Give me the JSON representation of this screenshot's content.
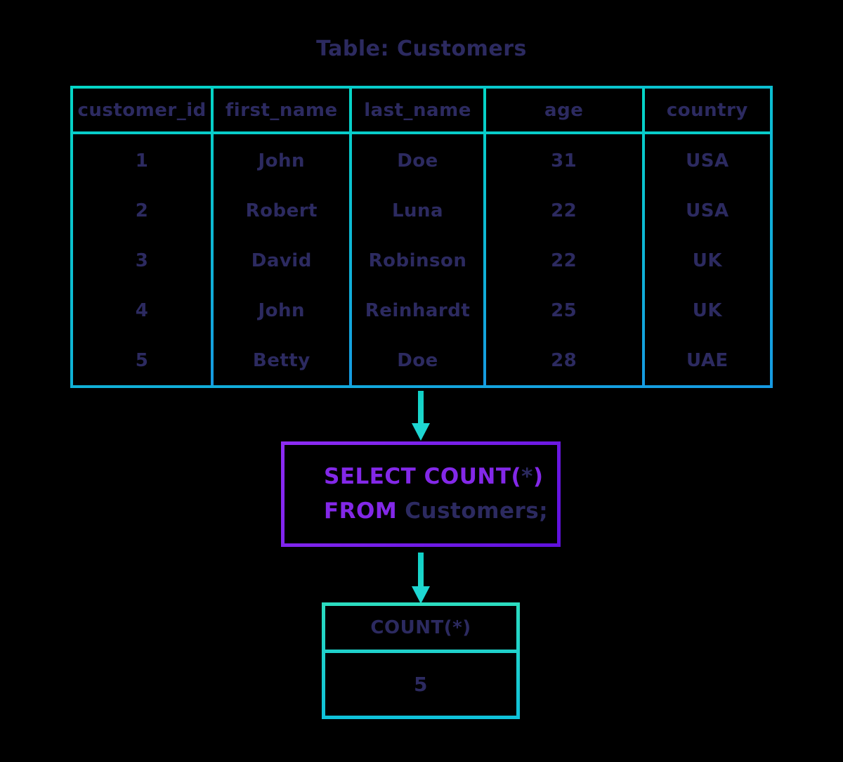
{
  "colors": {
    "background": "#000000",
    "text_navy": "#2c2a60",
    "keyword_purple": "#8328e8",
    "table_border_teal": "#05d6c6",
    "table_border_blue": "#169ae2",
    "query_border_purple": "#8d2cf4",
    "arrow_cyan": "#1ed6d2"
  },
  "title": "Table: Customers",
  "customers_table": {
    "headers": [
      "customer_id",
      "first_name",
      "last_name",
      "age",
      "country"
    ],
    "rows": [
      [
        "1",
        "John",
        "Doe",
        "31",
        "USA"
      ],
      [
        "2",
        "Robert",
        "Luna",
        "22",
        "USA"
      ],
      [
        "3",
        "David",
        "Robinson",
        "22",
        "UK"
      ],
      [
        "4",
        "John",
        "Reinhardt",
        "25",
        "UK"
      ],
      [
        "5",
        "Betty",
        "Doe",
        "28",
        "UAE"
      ]
    ]
  },
  "query_box": {
    "select_keyword": "SELECT COUNT",
    "paren_open": "(",
    "star": "*",
    "paren_close": ")",
    "from_keyword": "FROM",
    "table_ref": "Customers;"
  },
  "result_table": {
    "header": "COUNT(*)",
    "value": "5"
  }
}
